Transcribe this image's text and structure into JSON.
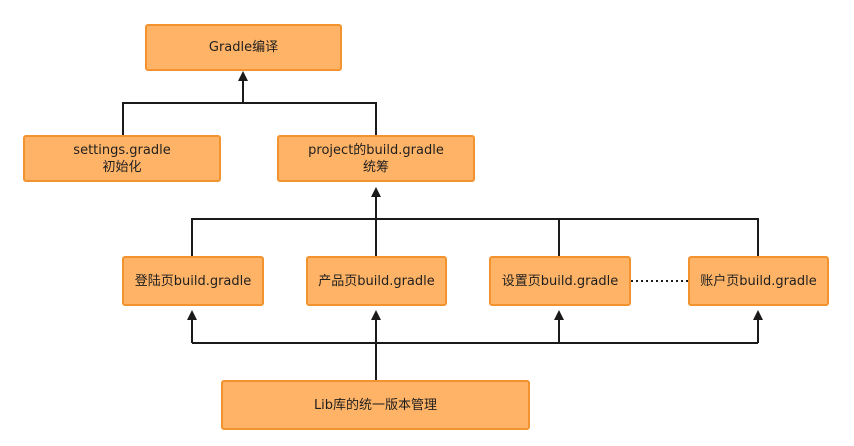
{
  "diagram": {
    "colors": {
      "node_fill": "#ffb366",
      "node_border": "#f2932f",
      "connector": "#1a1a1a",
      "text": "#1f1f1f"
    },
    "nodes": {
      "gradle_compile": {
        "label": "Gradle编译"
      },
      "settings_gradle": {
        "line1": "settings.gradle",
        "line2": "初始化"
      },
      "project_build": {
        "line1": "project的build.gradle",
        "line2": "统筹"
      },
      "login_build": {
        "label": "登陆页build.gradle"
      },
      "product_build": {
        "label": "产品页build.gradle"
      },
      "settings_page_build": {
        "label": "设置页build.gradle"
      },
      "account_build": {
        "label": "账户页build.gradle"
      },
      "lib_version": {
        "label": "Lib库的统一版本管理"
      }
    },
    "edges": [
      {
        "from": "settings_gradle",
        "to": "gradle_compile",
        "style": "solid"
      },
      {
        "from": "project_build",
        "to": "gradle_compile",
        "style": "solid"
      },
      {
        "from": "login_build",
        "to": "project_build",
        "style": "solid"
      },
      {
        "from": "product_build",
        "to": "project_build",
        "style": "solid"
      },
      {
        "from": "settings_page_build",
        "to": "project_build",
        "style": "solid"
      },
      {
        "from": "account_build",
        "to": "project_build",
        "style": "solid"
      },
      {
        "from": "lib_version",
        "to": "login_build",
        "style": "solid"
      },
      {
        "from": "lib_version",
        "to": "product_build",
        "style": "solid"
      },
      {
        "from": "lib_version",
        "to": "settings_page_build",
        "style": "solid"
      },
      {
        "from": "lib_version",
        "to": "account_build",
        "style": "solid"
      },
      {
        "from": "settings_page_build",
        "to": "account_build",
        "style": "dotted"
      }
    ]
  }
}
